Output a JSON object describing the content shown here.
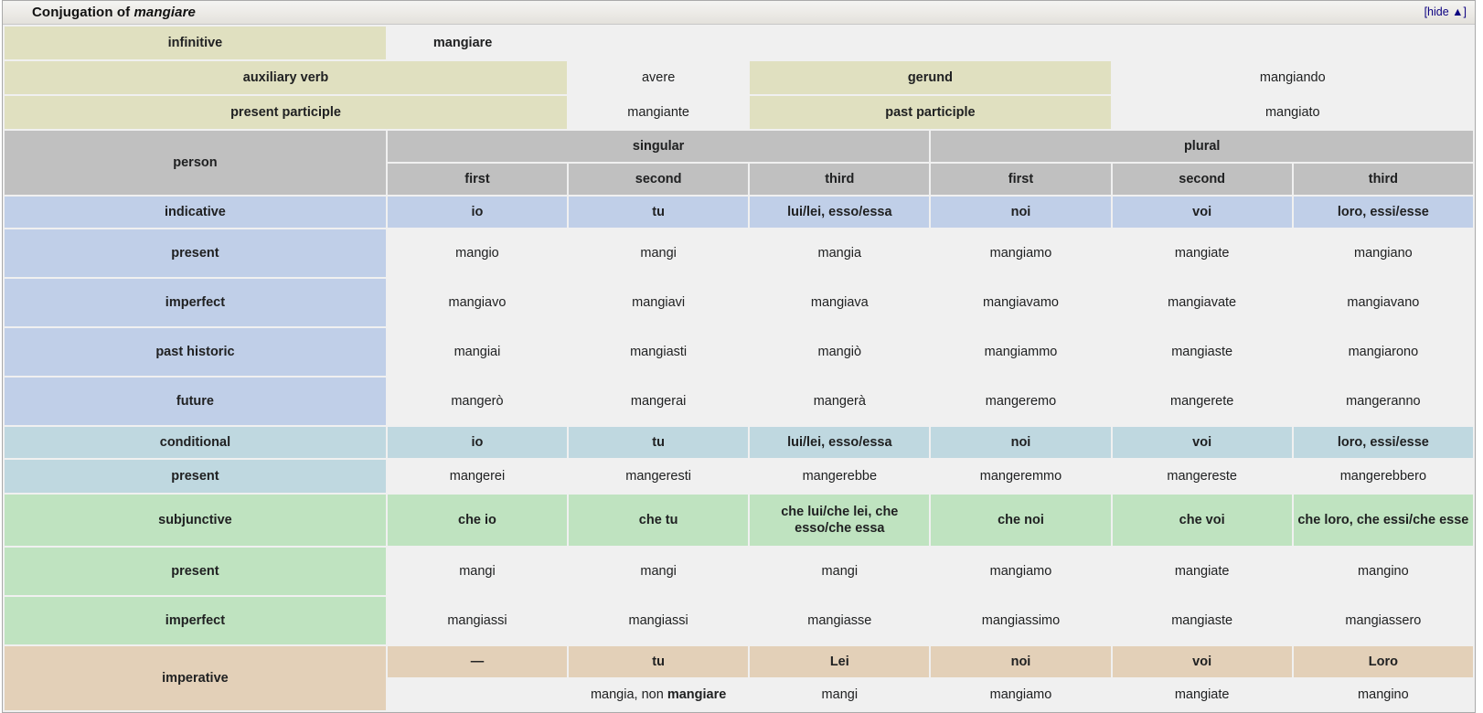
{
  "titlebar": {
    "title_prefix": "Conjugation of ",
    "lemma": "mangiare",
    "hide_label": "[hide ▲]"
  },
  "nonfinite": {
    "infinitive_label": "infinitive",
    "infinitive_value": "mangiare",
    "auxiliary_label": "auxiliary verb",
    "auxiliary_value": "avere",
    "gerund_label": "gerund",
    "gerund_value": "mangiando",
    "present_participle_label": "present participle",
    "present_participle_value": "mangiante",
    "past_participle_label": "past participle",
    "past_participle_value": "mangiato"
  },
  "person_header": {
    "person_label": "person",
    "singular_label": "singular",
    "plural_label": "plural",
    "sg_first": "first",
    "sg_second": "second",
    "sg_third": "third",
    "pl_first": "first",
    "pl_second": "second",
    "pl_third": "third"
  },
  "indicative": {
    "mood_label": "indicative",
    "pronouns": [
      "io",
      "tu",
      "lui/lei, esso/essa",
      "noi",
      "voi",
      "loro, essi/esse"
    ],
    "rows": [
      {
        "label": "present",
        "forms": [
          "mangio",
          "mangi",
          "mangia",
          "mangiamo",
          "mangiate",
          "mangiano"
        ]
      },
      {
        "label": "imperfect",
        "forms": [
          "mangiavo",
          "mangiavi",
          "mangiava",
          "mangiavamo",
          "mangiavate",
          "mangiavano"
        ]
      },
      {
        "label": "past historic",
        "forms": [
          "mangiai",
          "mangiasti",
          "mangiò",
          "mangiammo",
          "mangiaste",
          "mangiarono"
        ]
      },
      {
        "label": "future",
        "forms": [
          "mangerò",
          "mangerai",
          "mangerà",
          "mangeremo",
          "mangerete",
          "mangeranno"
        ]
      }
    ]
  },
  "conditional": {
    "mood_label": "conditional",
    "pronouns": [
      "io",
      "tu",
      "lui/lei, esso/essa",
      "noi",
      "voi",
      "loro, essi/esse"
    ],
    "rows": [
      {
        "label": "present",
        "forms": [
          "mangerei",
          "mangeresti",
          "mangerebbe",
          "mangeremmo",
          "mangereste",
          "mangerebbero"
        ]
      }
    ]
  },
  "subjunctive": {
    "mood_label": "subjunctive",
    "pronouns": [
      "che io",
      "che tu",
      "che lui/che lei, che esso/che essa",
      "che noi",
      "che voi",
      "che loro, che essi/che esse"
    ],
    "rows": [
      {
        "label": "present",
        "forms": [
          "mangi",
          "mangi",
          "mangi",
          "mangiamo",
          "mangiate",
          "mangino"
        ]
      },
      {
        "label": "imperfect",
        "forms": [
          "mangiassi",
          "mangiassi",
          "mangiasse",
          "mangiassimo",
          "mangiaste",
          "mangiassero"
        ]
      }
    ]
  },
  "imperative": {
    "mood_label": "imperative",
    "pronouns": [
      "—",
      "tu",
      "Lei",
      "noi",
      "voi",
      "Loro"
    ],
    "forms": [
      "",
      "mangia, non mangiare",
      "mangi",
      "mangiamo",
      "mangiate",
      "mangino"
    ],
    "second_person_affirmative": "mangia",
    "second_person_negative_particle": ", non ",
    "second_person_negative_verb": "mangiare"
  }
}
